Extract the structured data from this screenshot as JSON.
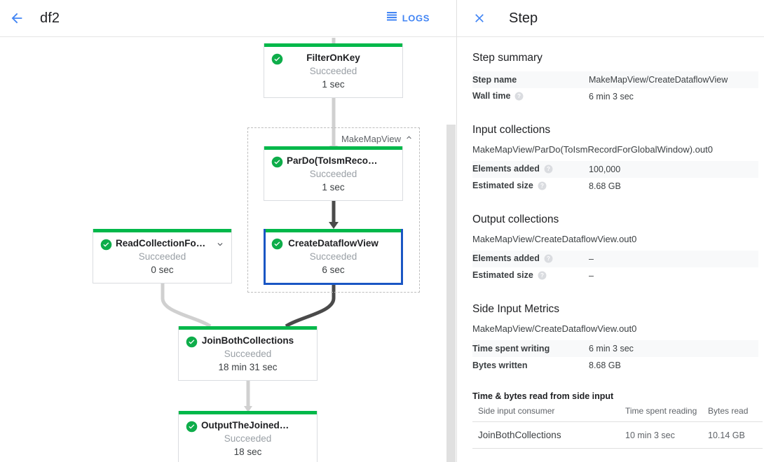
{
  "left_header": {
    "back_icon": "arrow-left-icon",
    "title": "df2",
    "logs_icon": "logs-icon",
    "logs_label": "LOGS"
  },
  "graph": {
    "group": {
      "label": "MakeMapView",
      "caret_icon": "chevron-up-icon"
    },
    "nodes": [
      {
        "name": "FilterOnKey",
        "status": "Succeeded",
        "time": "1 sec",
        "status_icon": "check-circle-icon",
        "selected": false,
        "has_caret": false
      },
      {
        "name": "ParDo(ToIsmRecordFor…",
        "status": "Succeeded",
        "time": "1 sec",
        "status_icon": "check-circle-icon",
        "selected": false,
        "has_caret": false
      },
      {
        "name": "CreateDataflowView",
        "status": "Succeeded",
        "time": "6 sec",
        "status_icon": "check-circle-icon",
        "selected": true,
        "has_caret": false
      },
      {
        "name": "ReadCollectionForJoin",
        "status": "Succeeded",
        "time": "0 sec",
        "status_icon": "check-circle-icon",
        "selected": false,
        "has_caret": true,
        "caret_icon": "chevron-down-icon"
      },
      {
        "name": "JoinBothCollections",
        "status": "Succeeded",
        "time": "18 min 31 sec",
        "status_icon": "check-circle-icon",
        "selected": false,
        "has_caret": false
      },
      {
        "name": "OutputTheJoinedCollec…",
        "status": "Succeeded",
        "time": "18 sec",
        "status_icon": "check-circle-icon",
        "selected": false,
        "has_caret": false
      }
    ]
  },
  "right_panel": {
    "close_icon": "close-icon",
    "title": "Step",
    "step_summary": {
      "heading": "Step summary",
      "rows": [
        {
          "label": "Step name",
          "value": "MakeMapView/CreateDataflowView",
          "help": false
        },
        {
          "label": "Wall time",
          "value": "6 min 3 sec",
          "help": true
        }
      ]
    },
    "input_collections": {
      "heading": "Input collections",
      "path": "MakeMapView/ParDo(ToIsmRecordForGlobalWindow).out0",
      "rows": [
        {
          "label": "Elements added",
          "value": "100,000",
          "help": true
        },
        {
          "label": "Estimated size",
          "value": "8.68 GB",
          "help": true
        }
      ]
    },
    "output_collections": {
      "heading": "Output collections",
      "path": "MakeMapView/CreateDataflowView.out0",
      "rows": [
        {
          "label": "Elements added",
          "value": "–",
          "help": true
        },
        {
          "label": "Estimated size",
          "value": "–",
          "help": true
        }
      ]
    },
    "side_input_metrics": {
      "heading": "Side Input Metrics",
      "path": "MakeMapView/CreateDataflowView.out0",
      "rows": [
        {
          "label": "Time spent writing",
          "value": "6 min 3 sec",
          "help": false
        },
        {
          "label": "Bytes written",
          "value": "8.68 GB",
          "help": false
        }
      ],
      "table_title": "Time & bytes read from side input",
      "columns": [
        "Side input consumer",
        "Time spent reading",
        "Bytes read"
      ],
      "table_rows": [
        {
          "consumer": "JoinBothCollections",
          "time": "10 min 3 sec",
          "bytes": "10.14 GB"
        }
      ]
    }
  },
  "colors": {
    "accent_blue": "#4285f4",
    "selected_border": "#1a56c4",
    "success_green": "#00b84a",
    "edge_light": "#d0d0d0",
    "edge_dark": "#4a4a4a"
  }
}
